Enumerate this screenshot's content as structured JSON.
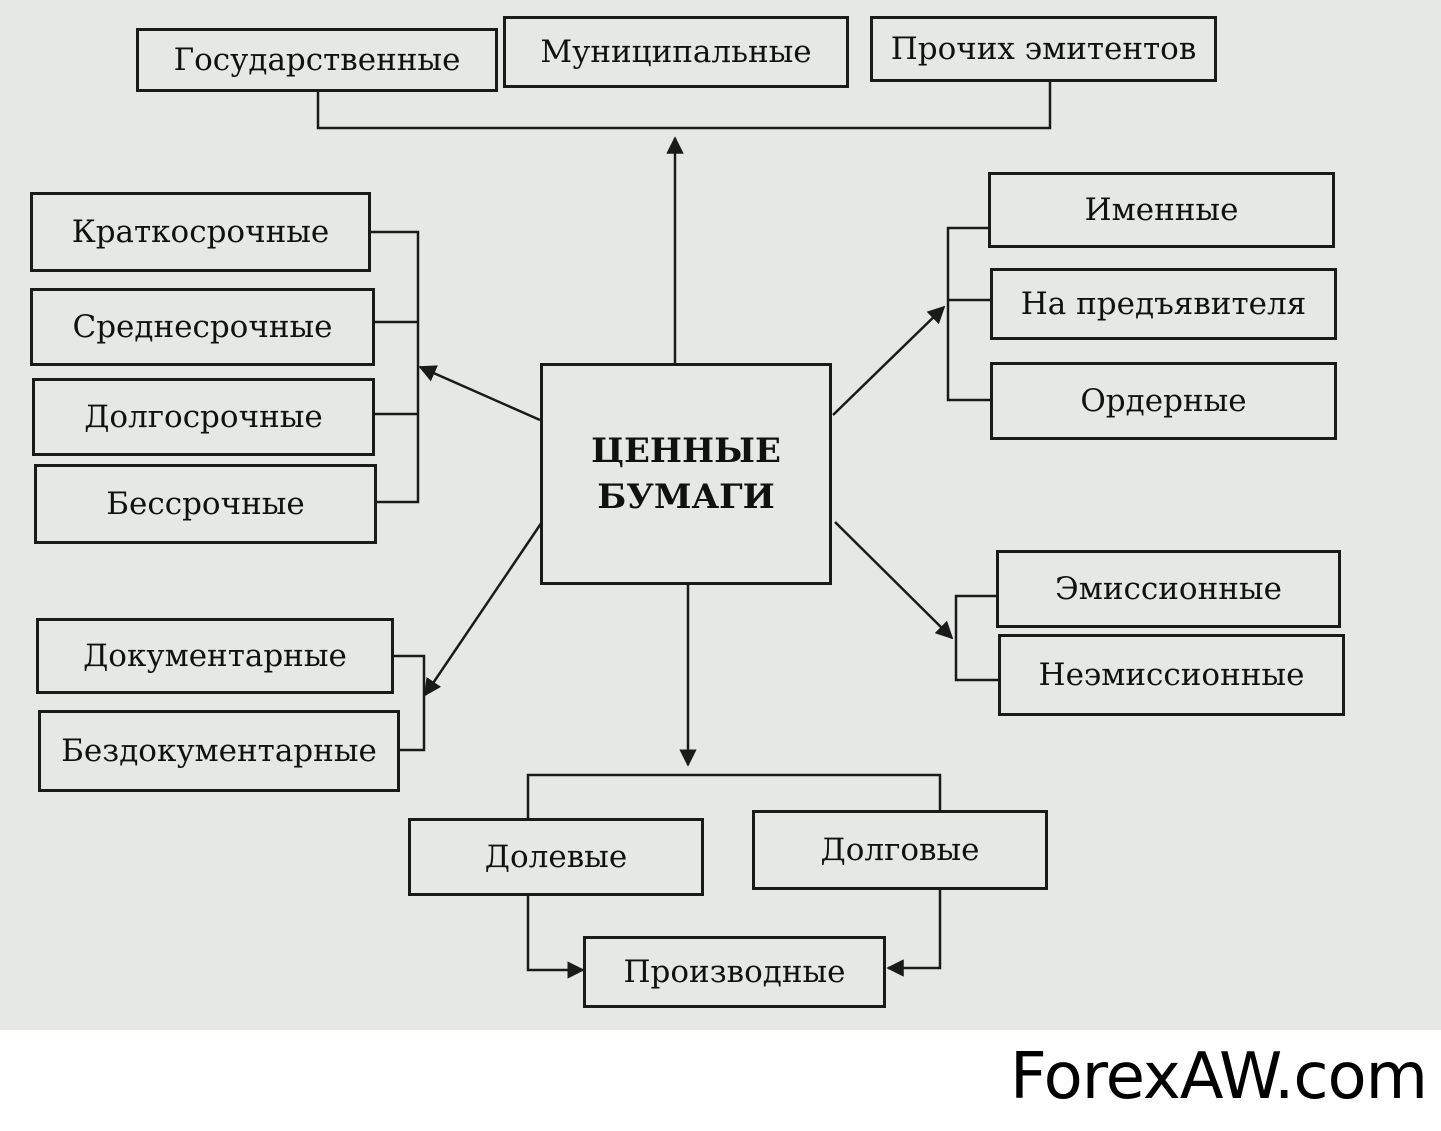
{
  "diagram": {
    "center": {
      "line1": "ЦЕННЫЕ",
      "line2": "БУМАГИ"
    },
    "issuer": {
      "state": "Государственные",
      "municipal": "Муниципальные",
      "other": "Прочих эмитентов"
    },
    "term": {
      "short": "Краткосрочные",
      "medium": "Среднесрочные",
      "long": "Долгосрочные",
      "perpetual": "Бессрочные"
    },
    "holder": {
      "registered": "Именные",
      "bearer": "На предъявителя",
      "order": "Ордерные"
    },
    "emission": {
      "emission": "Эмиссионные",
      "non_emission": "Неэмиссионные"
    },
    "form": {
      "documentary": "Документарные",
      "non_documentary": "Бездокументарные"
    },
    "type": {
      "equity": "Долевые",
      "debt": "Долговые",
      "derivative": "Производные"
    }
  },
  "watermark": "ForexAW.com",
  "colors": {
    "scan_background": "#e6e8e6",
    "ink": "#1a1a1a"
  }
}
